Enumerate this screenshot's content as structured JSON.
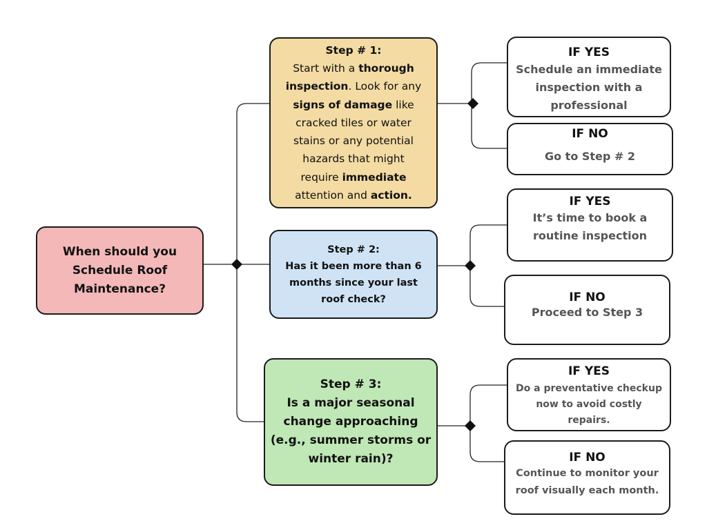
{
  "root": {
    "lines": [
      "When should you",
      "Schedule Roof",
      "Maintenance?"
    ]
  },
  "step1": {
    "title": "Step # 1:",
    "l1a": "Start with a ",
    "l1b": "thorough",
    "l2a": "inspection",
    "l2b": ". Look for any",
    "l3a": "signs of damage",
    "l3b": " like",
    "l4": "cracked tiles or water",
    "l5": "stains or any potential",
    "l6": "hazards that might",
    "l7a": "require ",
    "l7b": "immediate",
    "l8a": "attention and ",
    "l8b": "action."
  },
  "step2": {
    "lines": [
      "Step # 2:",
      "Has it been more than 6",
      "months since your last",
      "roof check?"
    ]
  },
  "step3": {
    "lines": [
      "Step # 3:",
      "Is a major seasonal",
      "change approaching",
      "(e.g., summer storms or",
      "winter rain)?"
    ]
  },
  "answers": {
    "s1_yes": {
      "head": "IF YES",
      "lines": [
        "Schedule an immediate",
        "inspection with a",
        "professional"
      ]
    },
    "s1_no": {
      "head": "IF NO",
      "lines": [
        "Go to Step # 2"
      ]
    },
    "s2_yes": {
      "head": "IF YES",
      "lines": [
        "It’s time to book a",
        "routine inspection"
      ]
    },
    "s2_no": {
      "head": "IF NO",
      "lines": [
        "Proceed to Step 3"
      ]
    },
    "s3_yes": {
      "head": "IF YES",
      "lines": [
        "Do a preventative checkup",
        "now to avoid costly",
        "repairs."
      ]
    },
    "s3_no": {
      "head": "IF NO",
      "lines": [
        "Continue to monitor your",
        "roof visually each month."
      ]
    }
  },
  "colors": {
    "root": "#f4b8b8",
    "step1": "#f3dba3",
    "step2": "#cfe3f5",
    "step3": "#c0e7b6",
    "answer_text": "#555555"
  }
}
